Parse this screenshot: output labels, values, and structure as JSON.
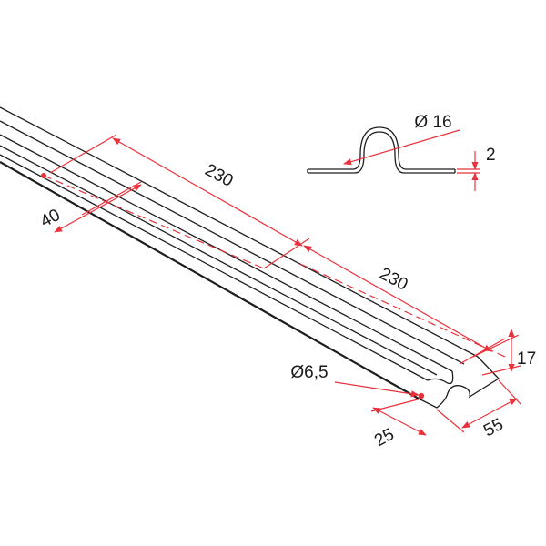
{
  "diagram": {
    "colors": {
      "dimension": "#e8323c",
      "outline": "#1e1e1e",
      "text": "#1a1a1a",
      "background": "#ffffff"
    },
    "dimensions": {
      "spacing_1": "230",
      "spacing_2": "230",
      "edge_offset_top": "40",
      "edge_offset_bottom": "25",
      "hole_diameter": "Ø6,5",
      "profile_height": "17",
      "profile_width": "55",
      "loop_diameter": "Ø 16",
      "thickness": "2"
    }
  }
}
